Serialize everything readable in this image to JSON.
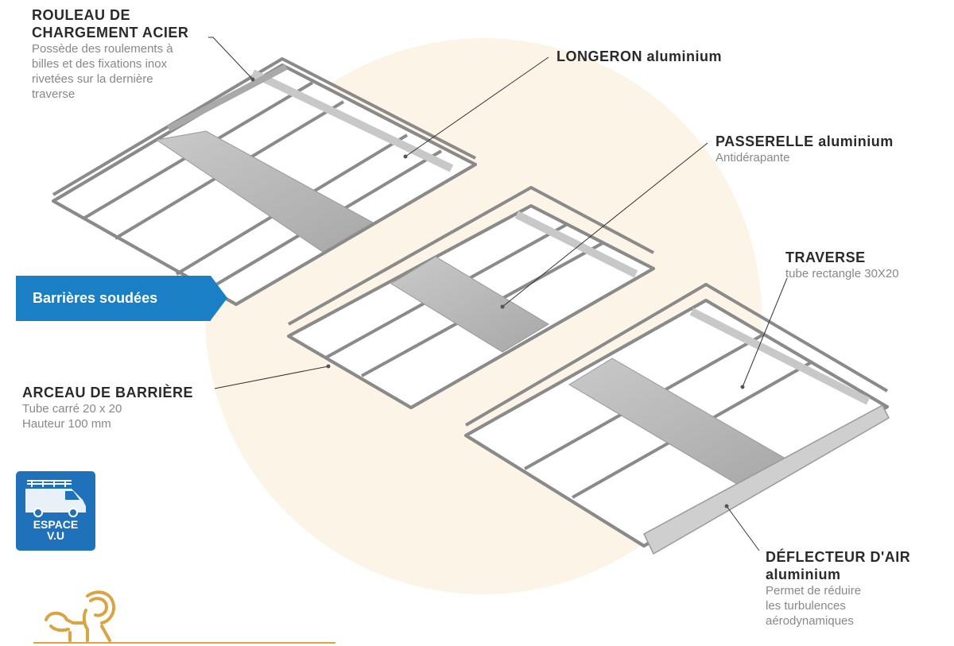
{
  "callouts": {
    "rouleau": {
      "title_line1": "ROULEAU DE",
      "title_line2": "CHARGEMENT ACIER",
      "desc_lines": [
        "Possède des roulements à",
        "billes et des fixations inox",
        "rivetées sur la dernière",
        "traverse"
      ]
    },
    "longeron": {
      "title": "LONGERON aluminium"
    },
    "passerelle": {
      "title": "PASSERELLE aluminium",
      "desc": "Antidérapante"
    },
    "traverse": {
      "title": "TRAVERSE",
      "desc": "tube rectangle 30X20"
    },
    "arceau": {
      "title": "ARCEAU DE BARRIÈRE",
      "desc_lines": [
        "Tube carré 20 x 20",
        "Hauteur 100 mm"
      ]
    },
    "deflecteur": {
      "title_line1": "DÉFLECTEUR D'AIR",
      "title_line2": "aluminium",
      "desc_lines": [
        "Permet de réduire",
        "les turbulences",
        "aérodynamiques"
      ]
    }
  },
  "banner": {
    "label": "Barrières soudées"
  },
  "badge": {
    "line1": "ESPACE",
    "line2": "V.U",
    "icon": "van-with-roof-rack-icon"
  },
  "logo": {
    "icon": "lion-logo-icon"
  },
  "colors": {
    "accent_blue": "#1a7fc4",
    "badge_blue": "#1f72b9",
    "background_circle": "#fcf5e7",
    "frame_gray": "#8e8e8e",
    "panel_gray": "#b9b9b9",
    "logo_gold": "#d9a441"
  }
}
